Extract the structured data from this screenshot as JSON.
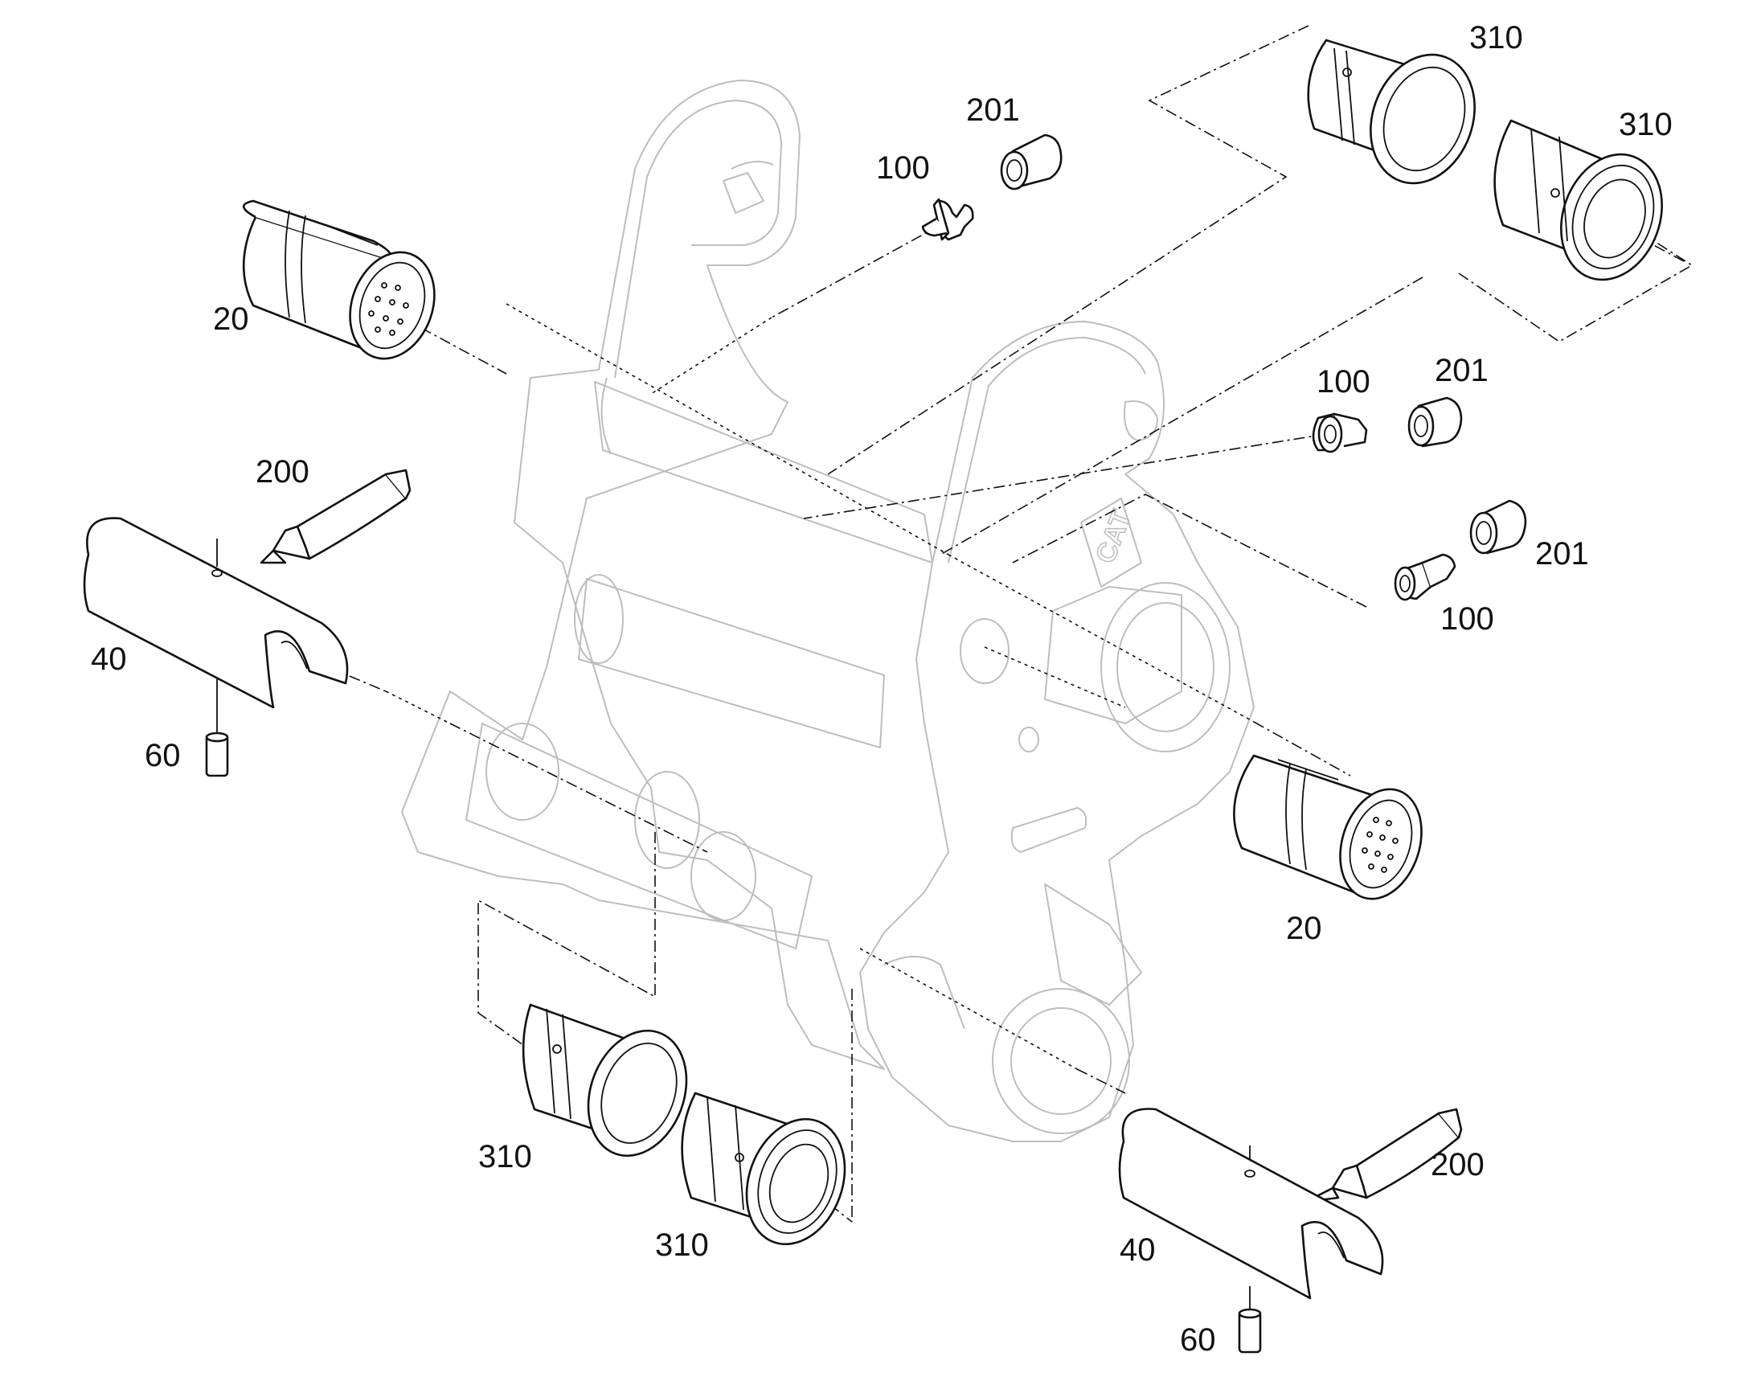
{
  "callouts": [
    {
      "id": "c-310-top-a",
      "text": "310"
    },
    {
      "id": "c-310-top-b",
      "text": "310"
    },
    {
      "id": "c-201-top",
      "text": "201"
    },
    {
      "id": "c-100-top",
      "text": "100"
    },
    {
      "id": "c-20-left",
      "text": "20"
    },
    {
      "id": "c-100-mid",
      "text": "100"
    },
    {
      "id": "c-201-mid",
      "text": "201"
    },
    {
      "id": "c-201-right",
      "text": "201"
    },
    {
      "id": "c-100-right",
      "text": "100"
    },
    {
      "id": "c-200-left",
      "text": "200"
    },
    {
      "id": "c-40-left",
      "text": "40"
    },
    {
      "id": "c-60-left",
      "text": "60"
    },
    {
      "id": "c-20-right",
      "text": "20"
    },
    {
      "id": "c-310-bottom-a",
      "text": "310"
    },
    {
      "id": "c-310-bottom-b",
      "text": "310"
    },
    {
      "id": "c-200-right",
      "text": "200"
    },
    {
      "id": "c-40-right",
      "text": "40"
    },
    {
      "id": "c-60-right",
      "text": "60"
    }
  ],
  "logo_text": "CAT",
  "colors": {
    "ink": "#111111",
    "ghost": "#bdbdbd",
    "background": "#ffffff"
  }
}
